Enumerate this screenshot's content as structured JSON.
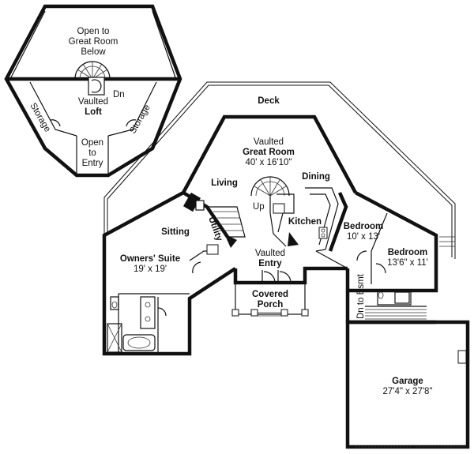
{
  "loft": {
    "open_great_room": [
      "Open to",
      "Great Room",
      "Below"
    ],
    "dn": "Dn",
    "vaulted_loft": [
      "Vaulted",
      "Loft"
    ],
    "storage_left": "Storage",
    "storage_right": "Storage",
    "open_entry": [
      "Open",
      "to",
      "Entry"
    ]
  },
  "main": {
    "deck": "Deck",
    "great_room": [
      "Vaulted",
      "Great Room",
      "40' x 16'10\""
    ],
    "living": "Living",
    "dining": "Dining",
    "up": "Up",
    "kitchen": "Kitchen",
    "sitting": "Sitting",
    "utility": "Utility",
    "owners_suite": [
      "Owners' Suite",
      "19' x 19'"
    ],
    "vaulted_entry": [
      "Vaulted",
      "Entry"
    ],
    "bedroom1": [
      "Bedroom",
      "10' x 13'"
    ],
    "bedroom2": [
      "Bedroom",
      "13'6\" x 11'"
    ],
    "dn_bsmt": "Dn to Bsmt",
    "covered_porch": [
      "Covered",
      "Porch"
    ],
    "garage": [
      "Garage",
      "27'4\" x 27'8\""
    ]
  }
}
